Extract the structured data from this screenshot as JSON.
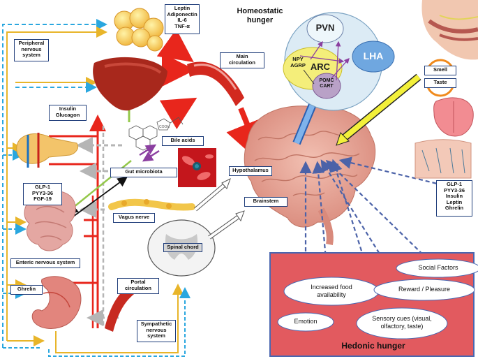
{
  "title": "Homeostatic\nhunger",
  "hedonic_title": "Hedonic hunger",
  "nuclei": {
    "pvn": "PVN",
    "lha": "LHA",
    "arc": "ARC",
    "npy_agrp": "NPY\nAGRP",
    "pomc_cart": "POMC\nCART"
  },
  "labels": {
    "adipokines": "Leptin\nAdiponectin\nIL-6\nTNF-α",
    "peripheral_ns": "Peripheral\nnervous\nsystem",
    "main_circulation": "Main\ncirculation",
    "insulin_glucagon": "Insulin\nGlucagon",
    "bile_acids": "Bile acids",
    "gut_microbiota": "Gut microbiota",
    "hypothalamus": "Hypothalamus",
    "glp1_group": "GLP-1\nPYY3-36\nFGF-19",
    "vagus_nerve": "Vagus nerve",
    "brainstem": "Brainstem",
    "spinal_chord": "Spinal chord",
    "enteric_ns": "Enteric nervous system",
    "ghrelin": "Ghrelin",
    "portal_circulation": "Portal\ncirculation",
    "sympathetic_ns": "Sympathetic\nnervous\nsystem",
    "smell": "Smell",
    "taste": "Taste",
    "oral_hormones": "GLP-1\nPYY3-36\nInsulin\nLeptin\nGhrelin"
  },
  "hedonic_factors": {
    "social": "Social Factors",
    "increased_food": "Increased food\navailability",
    "reward": "Reward / Pleasure",
    "emotion": "Emotion",
    "sensory": "Sensory cues (visual,\nolfactory, taste)"
  },
  "molecule_label": "COOH",
  "colors": {
    "red_arrow": "#e8261c",
    "blue_dashed": "#2aa7df",
    "yellow_line": "#e8b52a",
    "gray_dashed": "#b5b5b5",
    "hedonic_box": "#e25a5f",
    "hedonic_border": "#4a66b0",
    "hypothalamus_circle": "#dcebf5",
    "pvn_fill": "#eef7fb",
    "lha_fill": "#6fa7e0",
    "arc_fill": "#f4ee7a",
    "pomc_fill": "#b9a1c7",
    "brain": "#e8a79a"
  },
  "icons": [
    "adipose-tissue-icon",
    "liver-icon",
    "blood-vessel-icon",
    "pancreas-icon",
    "intestine-icon",
    "stomach-icon",
    "brain-icon",
    "spinal-cord-icon",
    "tongue-icon",
    "nasal-cavity-icon",
    "bacteria-icon",
    "bile-acid-molecule-icon",
    "vagus-nerve-icon"
  ]
}
